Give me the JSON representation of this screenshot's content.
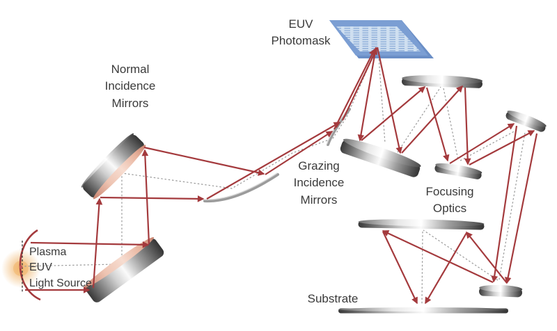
{
  "labels": {
    "photomask": "EUV\nPhotomask",
    "normal_incidence": "Normal\nIncidence\nMirrors",
    "grazing_incidence": "Grazing\nIncidence\nMirrors",
    "focusing_optics": "Focusing\nOptics",
    "substrate": "Substrate",
    "light_source": "Plasma\nEUV\nLight Source"
  },
  "colors": {
    "ray_red": "#a43a3d",
    "dashed_gray": "#999999",
    "label_text": "#3a3a3a",
    "arc_gray": "#9b9b9b",
    "arc_highlight": "#d9d9d9",
    "coating_pink": "#e8b49e",
    "coating_pink_dark": "#c9836f",
    "mask_border": "#7b9ed3",
    "mask_side": "#6a8ec6",
    "mask_fill": "#cfdff0",
    "mask_hatch": "#7fa3d4",
    "glow_orange": "#f0b46a",
    "plasma_dot": "#c25858",
    "source_axis": "#333333",
    "mirror_dark": "#383838",
    "mirror_light": "#fafafa"
  }
}
